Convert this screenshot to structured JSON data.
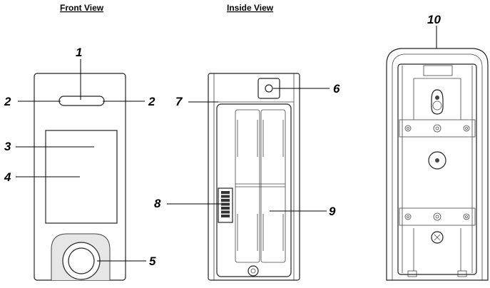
{
  "titles": {
    "front": "Front View",
    "inside": "Inside View"
  },
  "callouts": {
    "c1": "1",
    "c2a": "2",
    "c2b": "2",
    "c3": "3",
    "c4": "4",
    "c5": "5",
    "c6": "6",
    "c7": "7",
    "c8": "8",
    "c9": "9",
    "c10": "10"
  },
  "icons": {
    "front_button": "round-push-button-icon",
    "inside_switch": "dip-switch-icon",
    "mount_hole": "keyhole-mount-icon"
  }
}
